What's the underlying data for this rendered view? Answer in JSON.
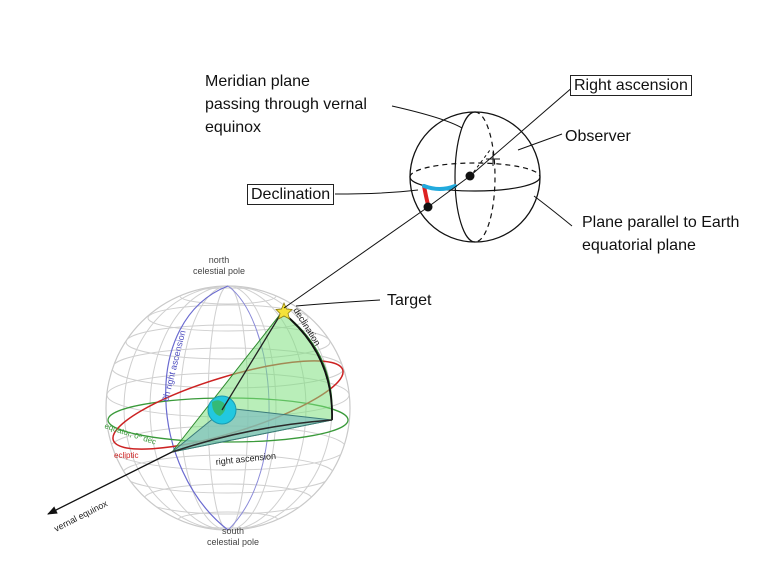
{
  "labels": {
    "meridian_line1": "Meridian plane",
    "meridian_line2": "passing through vernal",
    "meridian_line3": "equinox",
    "right_ascension_box": "Right ascension",
    "observer": "Observer",
    "declination_box": "Declination",
    "plane_line1": "Plane parallel to Earth",
    "plane_line2": "equatorial plane",
    "target": "Target"
  },
  "sphere_labels": {
    "north_line1": "north",
    "north_line2": "celestial pole",
    "south_line1": "south",
    "south_line2": "celestial pole",
    "zero_h_ra": "0h right ascension",
    "declination": "declination",
    "equator": "equator, 0º dec",
    "ecliptic": "ecliptic",
    "right_ascension": "right ascension",
    "vernal_equinox": "vernal equinox"
  },
  "colors": {
    "grid": "#c9c9c9",
    "meridian_blue": "#6a6ad0",
    "ecliptic_red": "#cc2222",
    "equator_green": "#3a9a3a",
    "wedge_green": "#7fe07f",
    "wedge_teal": "#7fbfbf",
    "earth_cyan": "#22c8e0",
    "star_yellow": "#f5e23a",
    "small_red": "#dd2222",
    "small_blue": "#22aadd"
  }
}
